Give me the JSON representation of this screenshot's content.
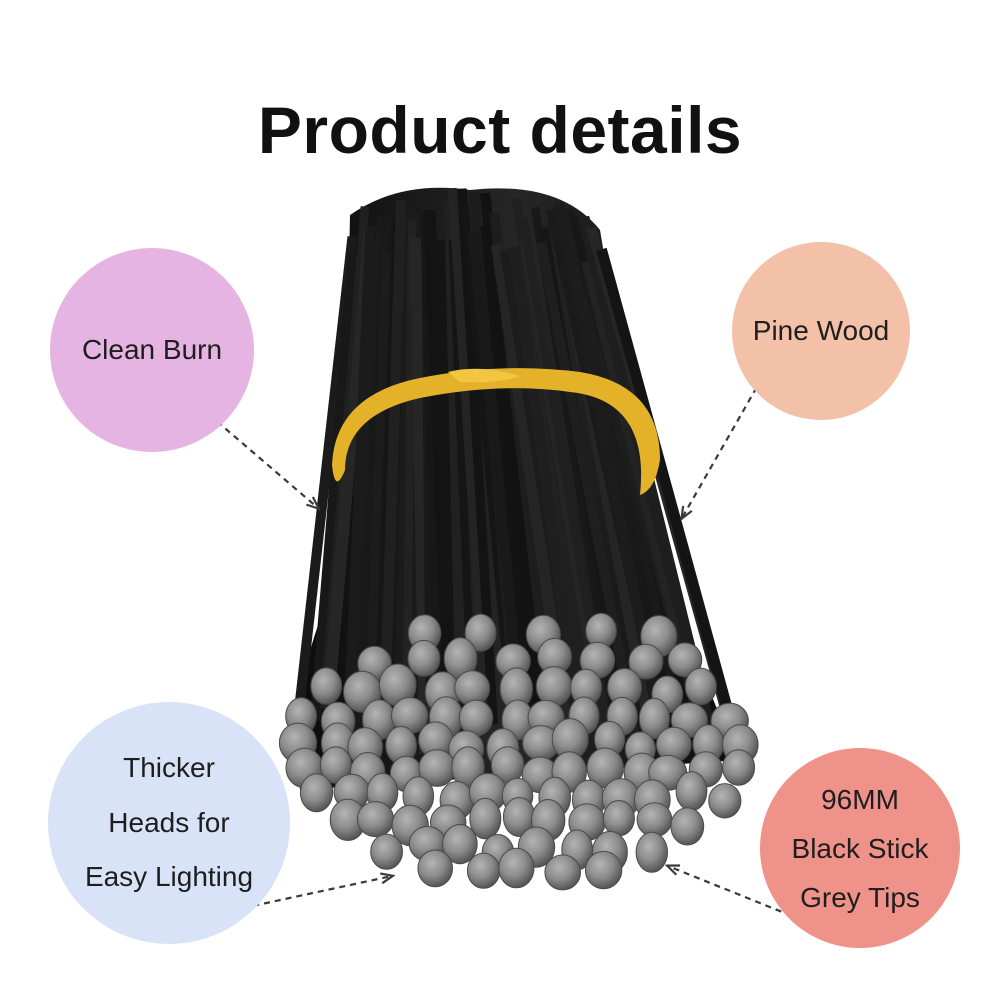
{
  "title": "Product details",
  "callouts": {
    "clean_burn": [
      "Clean Burn"
    ],
    "pine_wood": [
      "Pine Wood"
    ],
    "thicker_heads": [
      "Thicker",
      "Heads for",
      "Easy Lighting"
    ],
    "stick_spec": [
      "96MM",
      "Black Stick",
      "Grey Tips"
    ]
  },
  "colors": {
    "clean_burn_bubble": "#e6b4e3",
    "pine_wood_bubble": "#f3c0a8",
    "thicker_heads_bubble": "#d8e3f7",
    "stick_spec_bubble": "#ef928a",
    "stick": "#1c1c1c",
    "tip": "#8a8a8a",
    "rubber_band": "#e4b229"
  }
}
